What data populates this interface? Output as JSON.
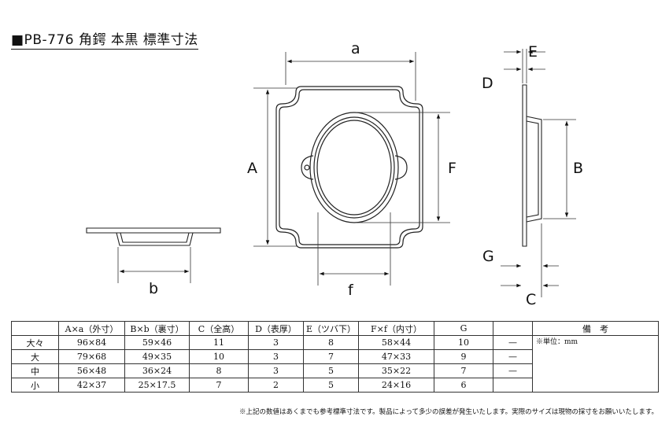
{
  "title": "■PB-776 角鍔 本黒 標準寸法",
  "labels": {
    "a": "a",
    "A": "A",
    "F": "F",
    "f": "f",
    "b": "b",
    "B": "B",
    "C": "C",
    "D": "D",
    "E": "E",
    "G": "G"
  },
  "table": {
    "headers": [
      "",
      "A×a（外寸）",
      "B×b（裏寸）",
      "C（全高）",
      "D（表厚）",
      "E（ツバ下）",
      "F×f（内寸）",
      "G",
      "",
      "備　考"
    ],
    "rows": [
      {
        "name": "大々",
        "Aa": "96×84",
        "Bb": "59×46",
        "C": "11",
        "D": "3",
        "E": "8",
        "Ff": "58×44",
        "G": "10",
        "dash": "—"
      },
      {
        "name": "大",
        "Aa": "79×68",
        "Bb": "49×35",
        "C": "10",
        "D": "3",
        "E": "7",
        "Ff": "47×33",
        "G": "9",
        "dash": "—"
      },
      {
        "name": "中",
        "Aa": "56×48",
        "Bb": "36×24",
        "C": "8",
        "D": "3",
        "E": "5",
        "Ff": "35×22",
        "G": "7",
        "dash": "—"
      },
      {
        "name": "小",
        "Aa": "42×37",
        "Bb": "25×17.5",
        "C": "7",
        "D": "2",
        "E": "5",
        "Ff": "24×16",
        "G": "6",
        "dash": ""
      }
    ],
    "note": "※単位：mm"
  },
  "footnote": "※上記の数値はあくまでも参考標準寸法です。製品によって多少の誤差が発生いたします。実際のサイズは現物の採寸をお願いいたします。"
}
